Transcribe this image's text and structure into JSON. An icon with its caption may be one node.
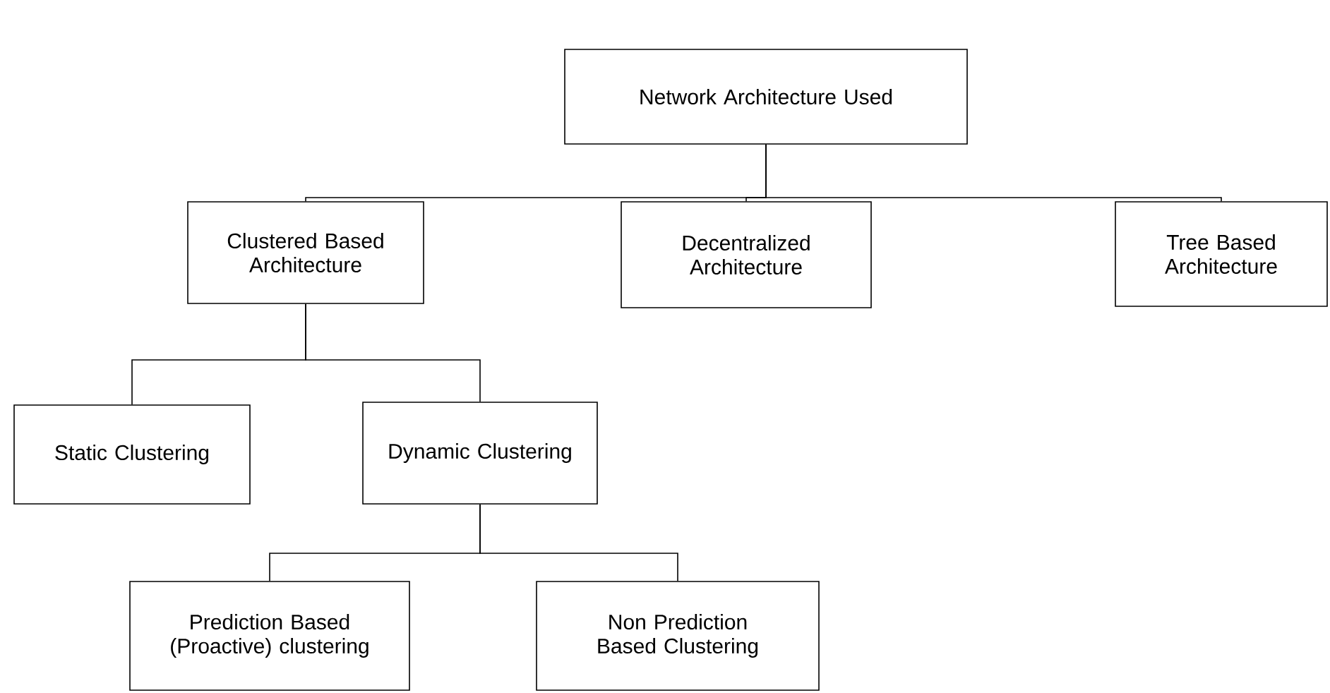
{
  "diagram": {
    "nodes": [
      {
        "text": [
          "Network Architecture Used"
        ]
      },
      {
        "text": [
          "Clustered Based Architecture"
        ]
      },
      {
        "text": [
          "Decentralized Architecture"
        ]
      },
      {
        "text": [
          "Tree Based Architecture"
        ]
      },
      {
        "text": [
          "Static Clustering"
        ]
      },
      {
        "text": [
          "Dynamic Clustering"
        ]
      },
      {
        "text": [
          "Prediction Based (Proactive) clustering"
        ]
      },
      {
        "text": [
          "Non Prediction Based Clustering"
        ]
      }
    ],
    "edges": [
      {
        "from": 0,
        "to": 1,
        "arrow": "none"
      },
      {
        "from": 0,
        "to": 2,
        "arrow": "none"
      },
      {
        "from": 0,
        "to": 3,
        "arrow": "none"
      },
      {
        "from": 1,
        "to": 4,
        "arrow": "none"
      },
      {
        "from": 1,
        "to": 5,
        "arrow": "none"
      },
      {
        "from": 5,
        "to": 6,
        "arrow": "none"
      },
      {
        "from": 5,
        "to": 7,
        "arrow": "none"
      }
    ]
  }
}
